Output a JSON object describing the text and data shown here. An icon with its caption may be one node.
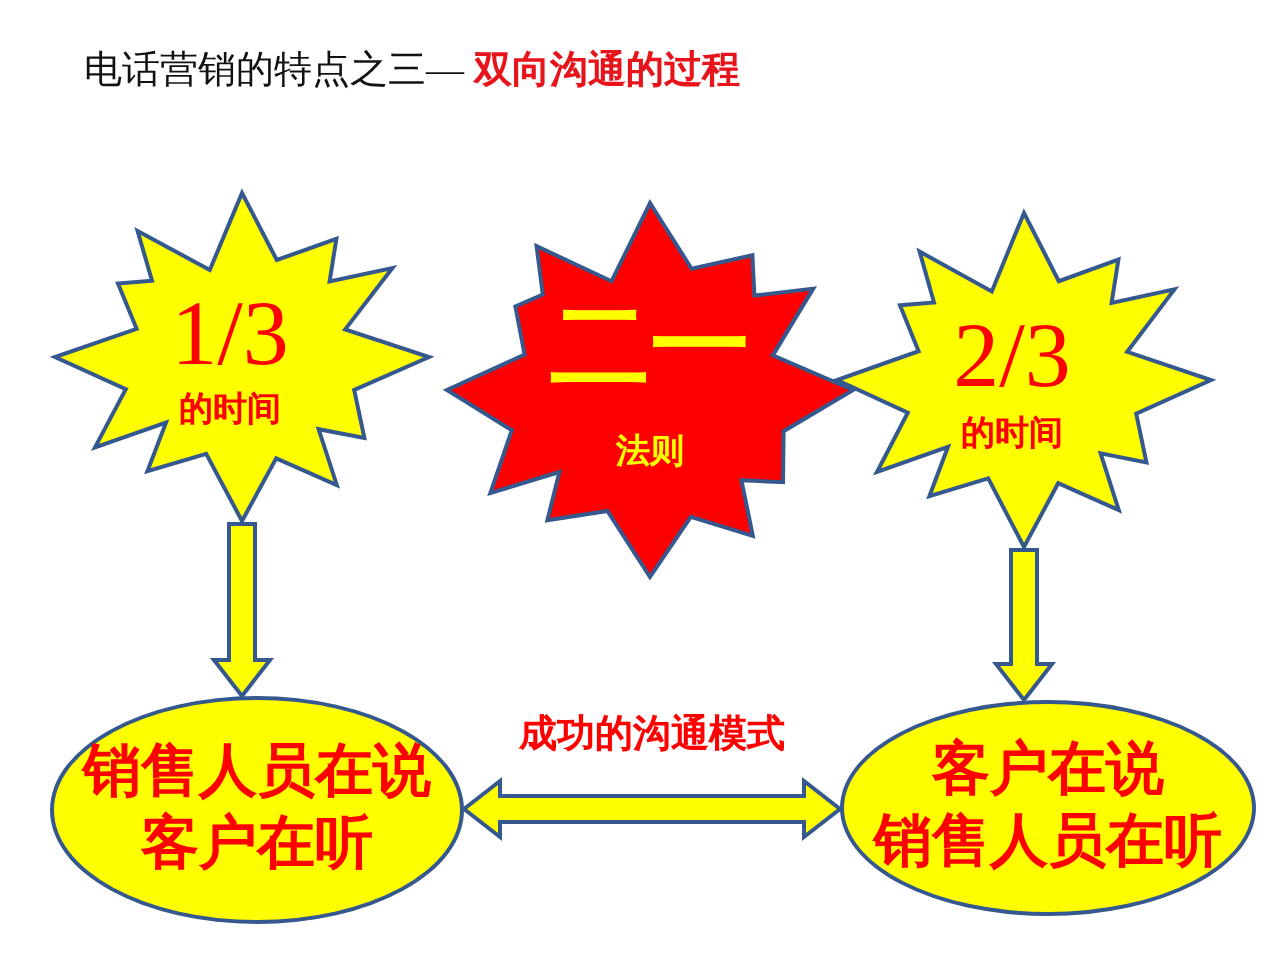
{
  "diagram": {
    "title": "电话营销的特点之三— **双向沟通的过程**",
    "nodes": [
      {
        "text": [
          "1/3",
          "的时间"
        ]
      },
      {
        "text": [
          "二一",
          "法则"
        ]
      },
      {
        "text": [
          "2/3",
          "的时间"
        ]
      },
      {
        "text": [
          "销售人员在说",
          "客户在听"
        ]
      },
      {
        "text": [
          "客户在说",
          "销售人员在听"
        ]
      }
    ],
    "edges": [
      {
        "from": 0,
        "to": 3,
        "arrow": "to"
      },
      {
        "from": 2,
        "to": 4,
        "arrow": "to"
      },
      {
        "from": 3,
        "to": 4,
        "arrow": "both",
        "label": "成功的沟通模式"
      }
    ]
  }
}
